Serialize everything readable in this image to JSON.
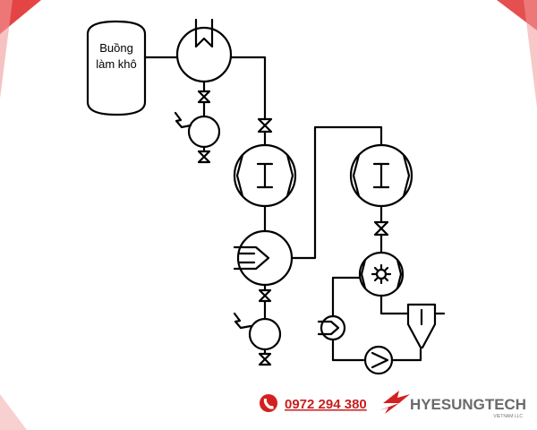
{
  "diagram": {
    "chamber_label_line1": "Buồng",
    "chamber_label_line2": "làm khô"
  },
  "footer": {
    "phone_number": "0972 294 380",
    "phone_icon": "phone-icon",
    "brand_name": "HYESUNGTECH",
    "brand_subtitle": "VIETNAM LLC"
  },
  "colors": {
    "line": "#000000",
    "accent_red": "#e02a2a",
    "phone_red": "#d42020",
    "brand_gray": "#6a6a6a"
  }
}
